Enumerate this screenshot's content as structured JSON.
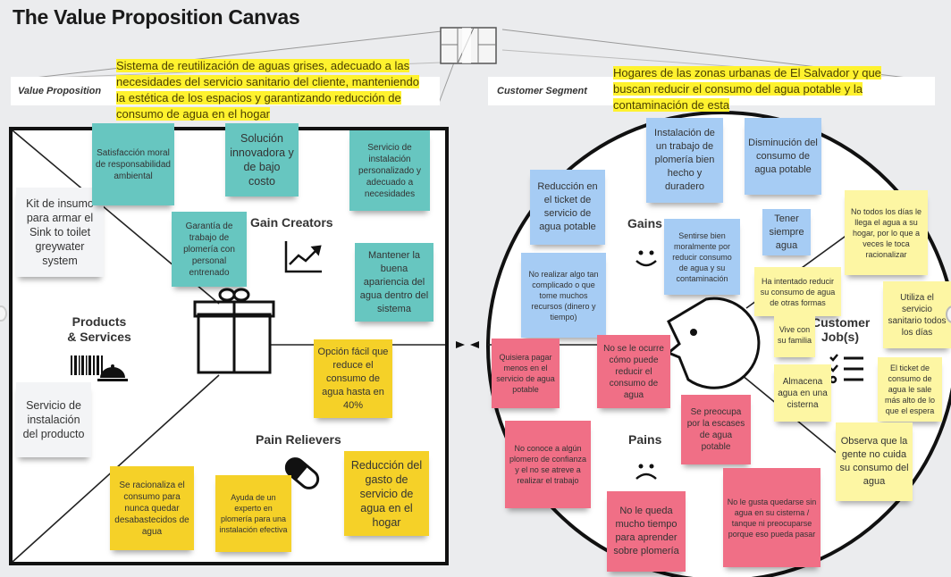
{
  "title": "The Value Proposition Canvas",
  "value_proposition": {
    "label": "Value Proposition",
    "statement": "Sistema de reutilización de aguas grises, adecuado a las necesidades del servicio sanitario del cliente, manteniendo la estética de los espacios y garantizando reducción de consumo de agua en el hogar",
    "sections": {
      "gain_creators": "Gain Creators",
      "products_services_line1": "Products",
      "products_services_line2": "& Services",
      "pain_relievers": "Pain Relievers"
    },
    "products_services": [
      "Kit de insumo para armar el Sink to toilet greywater system",
      "Servicio de instalación del producto"
    ],
    "gain_creators": [
      "Satisfacción moral de responsabilidad ambiental",
      "Solución innovadora y de bajo costo",
      "Servicio de instalación personalizado y adecuado a necesidades",
      "Garantía de trabajo de plomería con personal entrenado",
      "Mantener la buena apariencia del agua dentro del sistema"
    ],
    "pain_relievers": [
      "Opción fácil que reduce el consumo de agua hasta en 40%",
      "Se racionaliza el consumo para nunca quedar desabastecidos de agua",
      "Ayuda de un experto en plomería para una instalación efectiva",
      "Reducción del gasto de servicio de agua en el hogar"
    ]
  },
  "customer_segment": {
    "label": "Customer Segment",
    "statement": "Hogares de las zonas urbanas de El Salvador y que buscan reducir el consumo del agua potable y la contaminación de esta",
    "sections": {
      "gains": "Gains",
      "pains": "Pains",
      "customer_jobs_line1": "Customer",
      "customer_jobs_line2": "Job(s)"
    },
    "gains": [
      "Instalación de un trabajo de plomería bien hecho y duradero",
      "Disminución del consumo de agua potable",
      "Reducción en el ticket de servicio de agua potable",
      "Tener siempre agua",
      "Sentirse bien moralmente por reducir consumo de agua y su contaminación",
      "No realizar algo tan complicado o que tome muchos recursos (dinero y tiempo)"
    ],
    "customer_jobs": [
      "No todos los días le llega el agua a su hogar, por lo que a veces le toca racionalizar",
      "Ha intentado reducir su consumo de agua de otras formas",
      "Utiliza el servicio sanitario todos los días",
      "Vive con su familia",
      "Almacena agua en una cisterna",
      "El ticket de consumo de agua le sale más alto de lo que el espera",
      "Observa que la gente no cuida su consumo del agua"
    ],
    "pains": [
      "Quisiera pagar menos en el servicio de agua potable",
      "No se le ocurre cómo puede reducir el consumo de agua",
      "Se preocupa por la escases de agua potable",
      "No conoce a algún plomero de confianza y el no se atreve a realizar el trabajo",
      "No le queda mucho tiempo para aprender sobre plomería",
      "No le gusta quedarse sin agua en su cisterna / tanque ni preocuparse porque eso pueda pasar"
    ]
  },
  "colors": {
    "gain_creator_sticky": "#67c6c0",
    "pain_reliever_sticky": "#f5d128",
    "customer_job_sticky": "#fdf6a3",
    "gain_sticky": "#a6ccf4",
    "pain_sticky": "#f06f86",
    "highlight": "#fff22e"
  }
}
